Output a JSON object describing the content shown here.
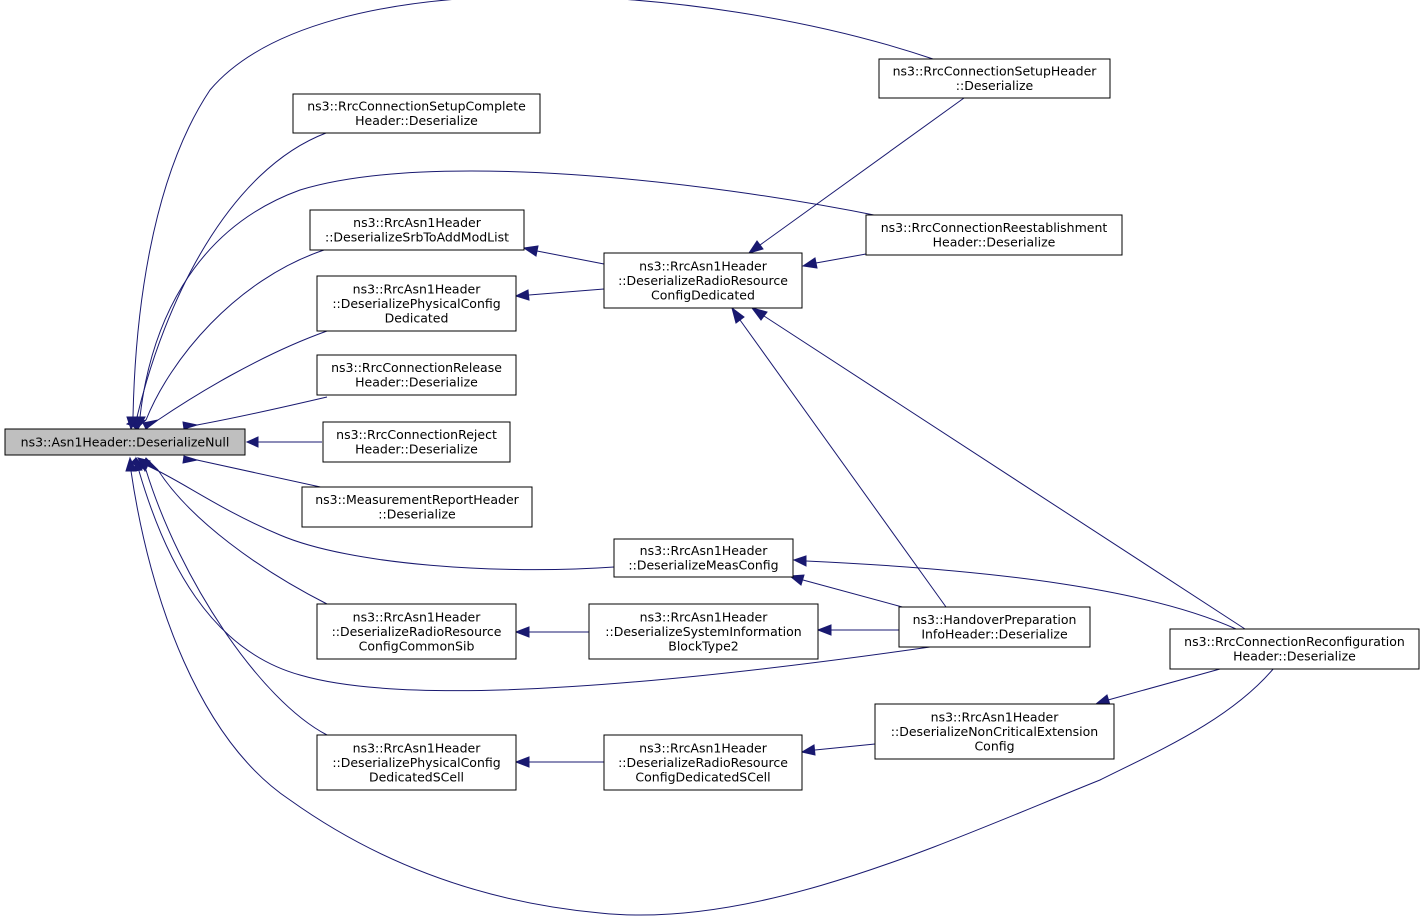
{
  "nodes": [
    {
      "id": "root",
      "lines": [
        "ns3::Asn1Header::DeserializeNull"
      ],
      "root": true
    },
    {
      "id": "setupComplete",
      "lines": [
        "ns3::RrcConnectionSetupComplete",
        "Header::Deserialize"
      ]
    },
    {
      "id": "srbToAdd",
      "lines": [
        "ns3::RrcAsn1Header",
        "::DeserializeSrbToAddModList"
      ]
    },
    {
      "id": "physCfgDed",
      "lines": [
        "ns3::RrcAsn1Header",
        "::DeserializePhysicalConfig",
        "Dedicated"
      ]
    },
    {
      "id": "release",
      "lines": [
        "ns3::RrcConnectionRelease",
        "Header::Deserialize"
      ]
    },
    {
      "id": "reject",
      "lines": [
        "ns3::RrcConnectionReject",
        "Header::Deserialize"
      ]
    },
    {
      "id": "measReport",
      "lines": [
        "ns3::MeasurementReportHeader",
        "::Deserialize"
      ]
    },
    {
      "id": "radioCommonSib",
      "lines": [
        "ns3::RrcAsn1Header",
        "::DeserializeRadioResource",
        "ConfigCommonSib"
      ]
    },
    {
      "id": "physCfgSCell",
      "lines": [
        "ns3::RrcAsn1Header",
        "::DeserializePhysicalConfig",
        "DedicatedSCell"
      ]
    },
    {
      "id": "radioDed",
      "lines": [
        "ns3::RrcAsn1Header",
        "::DeserializeRadioResource",
        "ConfigDedicated"
      ]
    },
    {
      "id": "measConfig",
      "lines": [
        "ns3::RrcAsn1Header",
        "::DeserializeMeasConfig"
      ]
    },
    {
      "id": "sib2",
      "lines": [
        "ns3::RrcAsn1Header",
        "::DeserializeSystemInformation",
        "BlockType2"
      ]
    },
    {
      "id": "radioSCell",
      "lines": [
        "ns3::RrcAsn1Header",
        "::DeserializeRadioResource",
        "ConfigDedicatedSCell"
      ]
    },
    {
      "id": "setup",
      "lines": [
        "ns3::RrcConnectionSetupHeader",
        "::Deserialize"
      ]
    },
    {
      "id": "reest",
      "lines": [
        "ns3::RrcConnectionReestablishment",
        "Header::Deserialize"
      ]
    },
    {
      "id": "handover",
      "lines": [
        "ns3::HandoverPreparation",
        "InfoHeader::Deserialize"
      ]
    },
    {
      "id": "nonCritical",
      "lines": [
        "ns3::RrcAsn1Header",
        "::DeserializeNonCriticalExtension",
        "Config"
      ]
    },
    {
      "id": "reconfig",
      "lines": [
        "ns3::RrcConnectionReconfiguration",
        "Header::Deserialize"
      ]
    }
  ],
  "edges": [
    {
      "from": "setupComplete",
      "to": "root"
    },
    {
      "from": "srbToAdd",
      "to": "root"
    },
    {
      "from": "physCfgDed",
      "to": "root"
    },
    {
      "from": "release",
      "to": "root"
    },
    {
      "from": "reject",
      "to": "root"
    },
    {
      "from": "measReport",
      "to": "root"
    },
    {
      "from": "radioCommonSib",
      "to": "root"
    },
    {
      "from": "physCfgSCell",
      "to": "root"
    },
    {
      "from": "setup",
      "to": "root"
    },
    {
      "from": "reest",
      "to": "root"
    },
    {
      "from": "measConfig",
      "to": "root"
    },
    {
      "from": "handover",
      "to": "root"
    },
    {
      "from": "reconfig",
      "to": "root"
    },
    {
      "from": "radioDed",
      "to": "srbToAdd"
    },
    {
      "from": "radioDed",
      "to": "physCfgDed"
    },
    {
      "from": "sib2",
      "to": "radioCommonSib"
    },
    {
      "from": "radioSCell",
      "to": "physCfgSCell"
    },
    {
      "from": "setup",
      "to": "radioDed"
    },
    {
      "from": "reest",
      "to": "radioDed"
    },
    {
      "from": "handover",
      "to": "radioDed"
    },
    {
      "from": "reconfig",
      "to": "radioDed"
    },
    {
      "from": "handover",
      "to": "measConfig"
    },
    {
      "from": "reconfig",
      "to": "measConfig"
    },
    {
      "from": "handover",
      "to": "sib2"
    },
    {
      "from": "nonCritical",
      "to": "radioSCell"
    },
    {
      "from": "reconfig",
      "to": "nonCritical"
    }
  ],
  "colors": {
    "edge": "#191970",
    "root_fill": "#bfbfbf",
    "node_fill": "#ffffff",
    "border": "#000000"
  }
}
